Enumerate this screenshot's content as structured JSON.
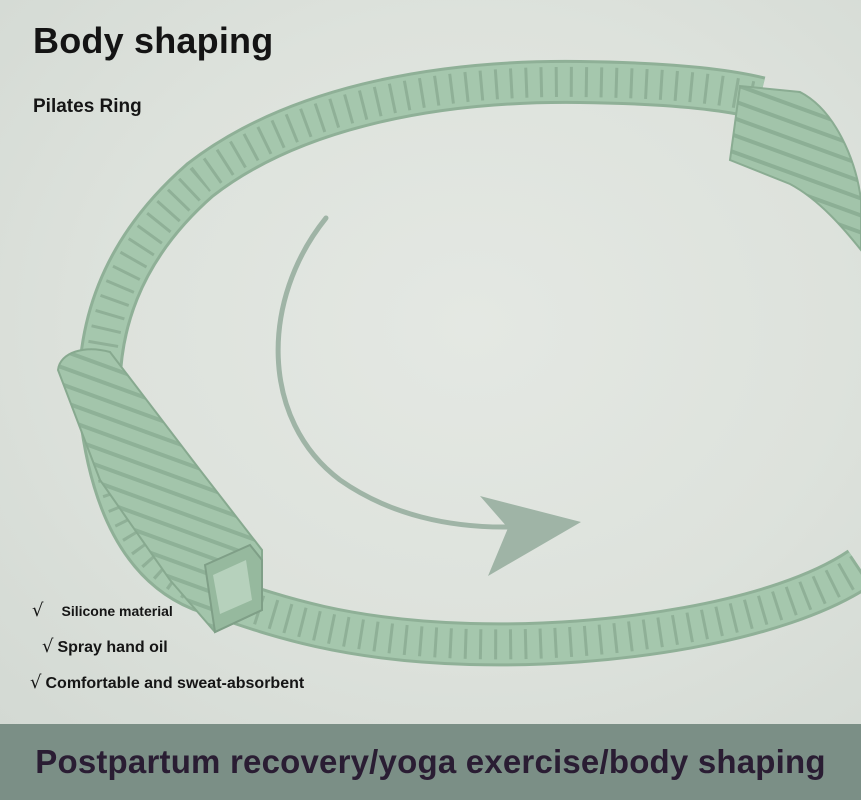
{
  "header": {
    "title": "Body shaping",
    "subtitle": "Pilates Ring"
  },
  "features": [
    {
      "check": "√",
      "label": "Silicone material"
    },
    {
      "check": "√",
      "label": "Spray hand oil"
    },
    {
      "check": "√",
      "label": "Comfortable and sweat-absorbent"
    }
  ],
  "footer": {
    "text": "Postpartum recovery/yoga exercise/body shaping"
  },
  "colors": {
    "background": "#dde2dd",
    "ring": "#a3c5ab",
    "arrow": "#9fb4a6",
    "footer_band": "#7b8f86",
    "footer_text": "#2a1d33"
  }
}
